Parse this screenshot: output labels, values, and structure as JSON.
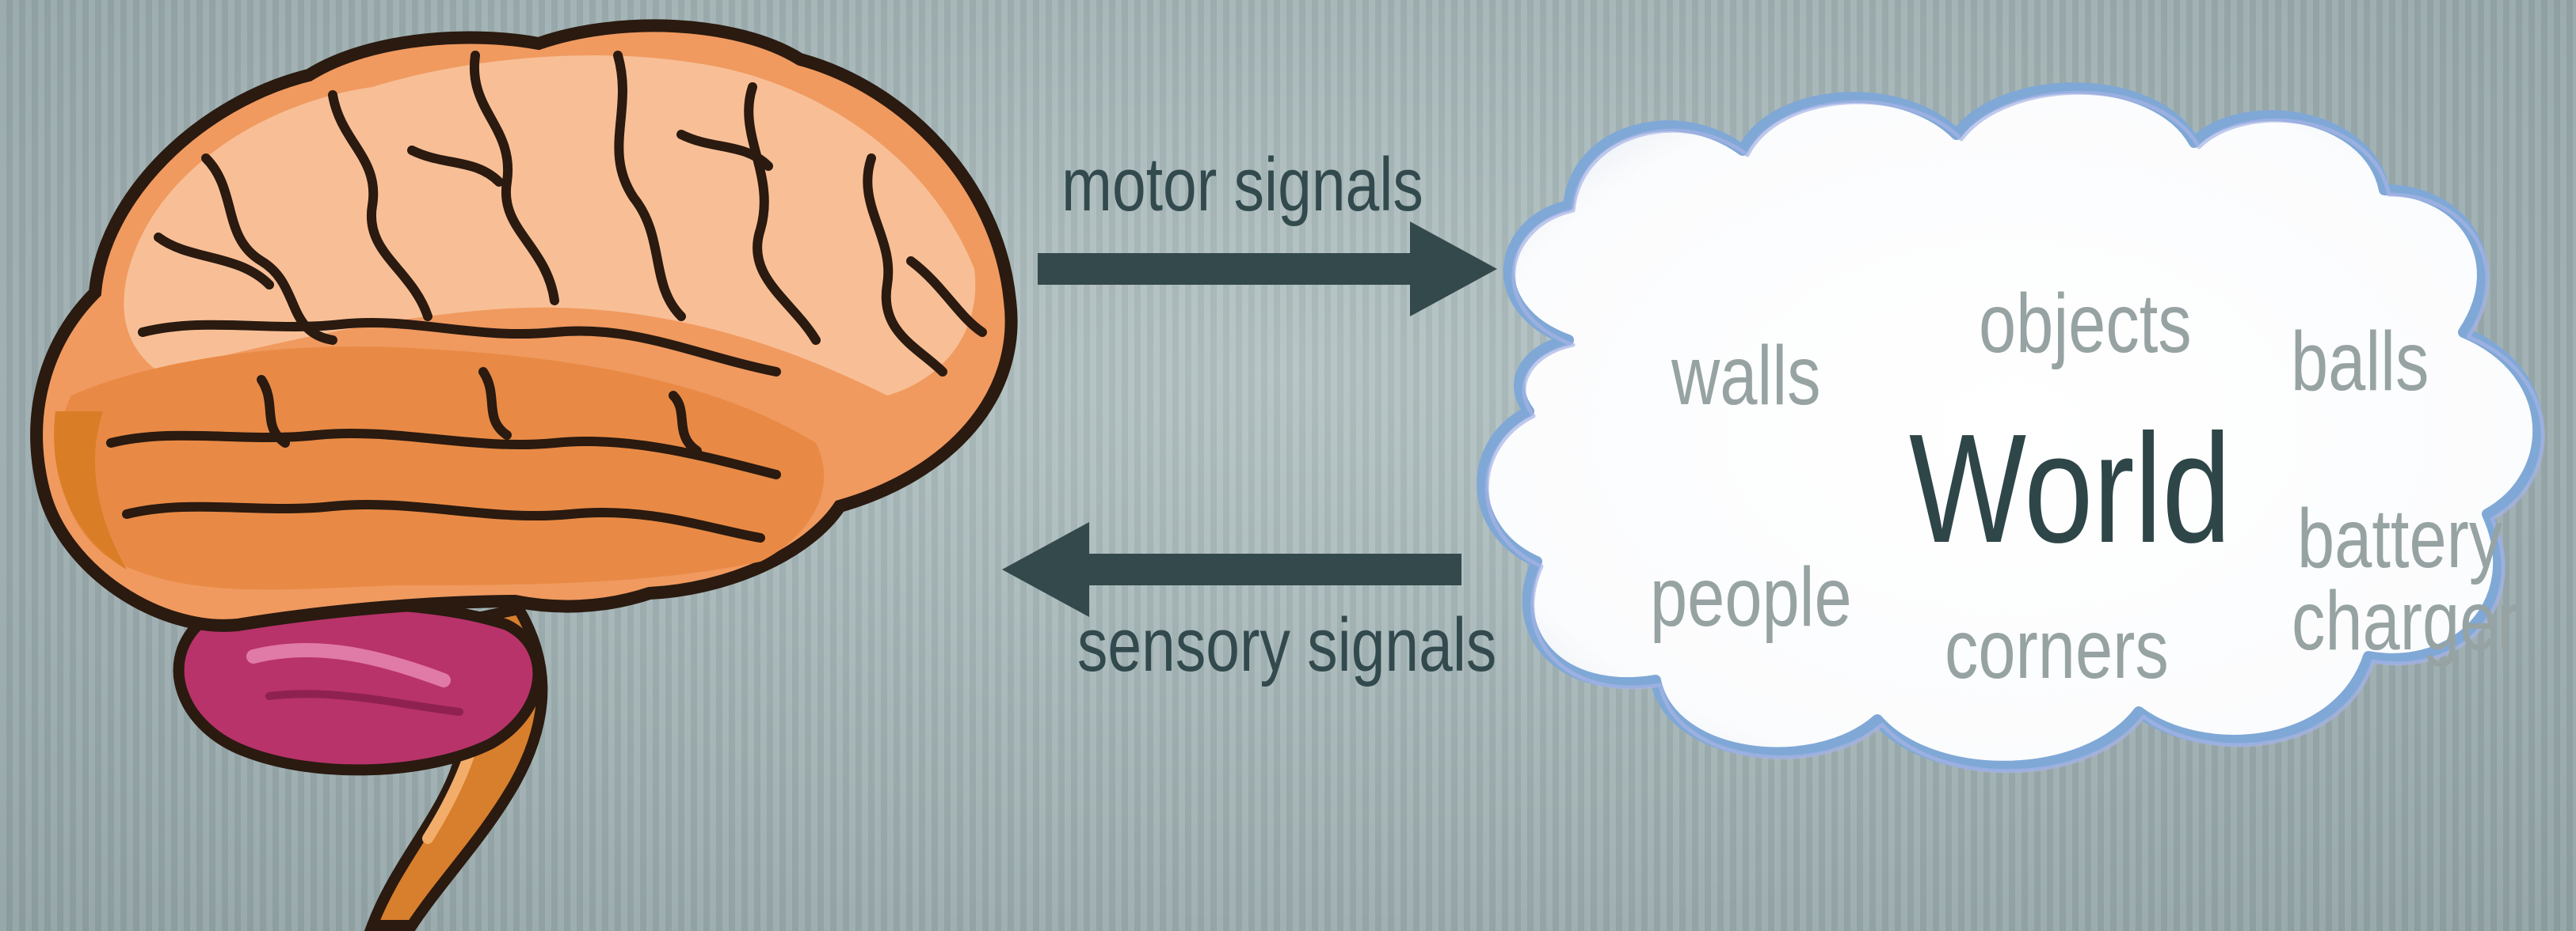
{
  "diagram": {
    "arrows": {
      "motor_label": "motor signals",
      "sensory_label": "sensory signals"
    },
    "world": {
      "title": "World",
      "items": [
        "walls",
        "objects",
        "balls",
        "people",
        "corners",
        "battery",
        "charger"
      ]
    },
    "colors": {
      "background": "#9fb0b2",
      "arrow": "#34494c",
      "label_text": "#324a4d",
      "world_text": "#2f4649",
      "cloud_words": "#97a3a3",
      "brain": "#f09a60",
      "brain_light": "#f8bf96",
      "brain_dark": "#d97d27",
      "cerebellum": "#b8336a",
      "brainstem": "#d87f2d"
    },
    "icons": [
      "brain-illustration",
      "thought-cloud",
      "right-arrow",
      "left-arrow"
    ]
  }
}
